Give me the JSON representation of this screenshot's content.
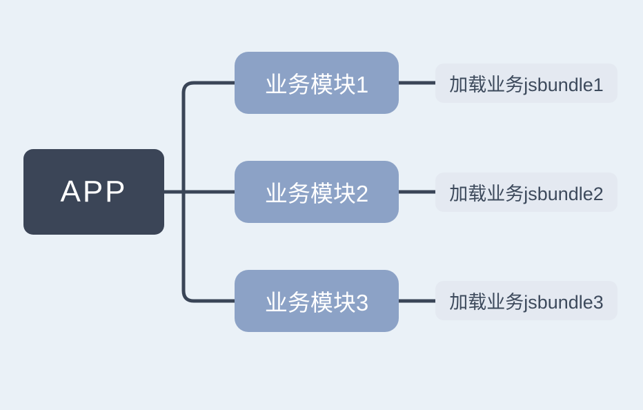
{
  "diagram": {
    "root": {
      "label": "APP"
    },
    "modules": [
      {
        "label": "业务模块1",
        "action": "加载业务jsbundle1"
      },
      {
        "label": "业务模块2",
        "action": "加载业务jsbundle2"
      },
      {
        "label": "业务模块3",
        "action": "加载业务jsbundle3"
      }
    ],
    "colors": {
      "background": "#eaf1f7",
      "root_fill": "#3b4557",
      "module_fill": "#8ca2c6",
      "action_fill": "#e4e9f1",
      "connector": "#3a4557",
      "root_text": "#ffffff",
      "module_text": "#ffffff",
      "action_text": "#3d4a5c"
    }
  }
}
